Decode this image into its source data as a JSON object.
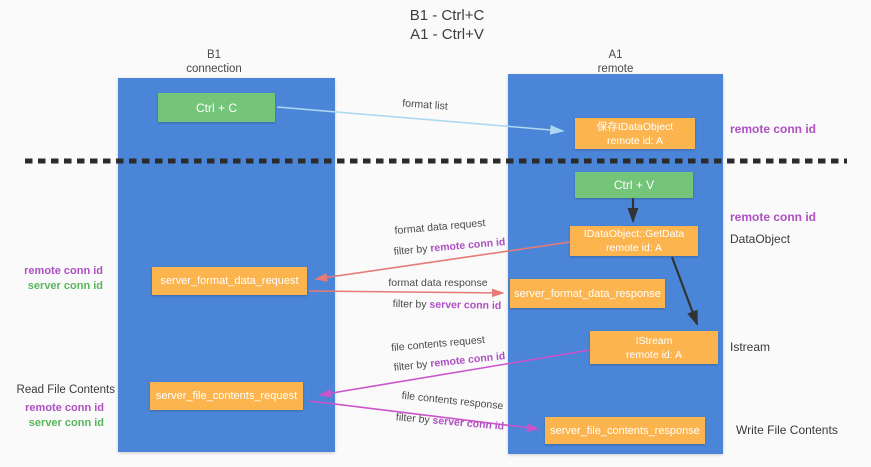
{
  "title": {
    "line1": "B1 - Ctrl+C",
    "line2": "A1 - Ctrl+V"
  },
  "lanes": {
    "left": {
      "name": "B1",
      "role": "connection"
    },
    "right": {
      "name": "A1",
      "role": "remote"
    }
  },
  "nodes": {
    "ctrl_c": {
      "label": "Ctrl + C"
    },
    "save_idataobject": {
      "line1": "保存IDataObject",
      "line2": "remote id: A"
    },
    "ctrl_v": {
      "label": "Ctrl + V"
    },
    "idataobject_getdata": {
      "line1": "IDataObject::GetData",
      "line2": "remote id: A"
    },
    "server_format_data_request": {
      "label": "server_format_data_request"
    },
    "server_format_data_response": {
      "label": "server_format_data_response"
    },
    "istream": {
      "line1": "IStream",
      "line2": "remote id: A"
    },
    "server_file_contents_request": {
      "label": "server_file_contents_request"
    },
    "server_file_contents_response": {
      "label": "server_file_contents_response"
    }
  },
  "annotations": {
    "right": {
      "remote_conn_id_top": "remote conn id",
      "remote_conn_id_mid": "remote conn id",
      "dataobject": "DataObject",
      "istream": "Istream",
      "write_file_contents": "Write File Contents"
    },
    "left": {
      "remote_conn_id_1": "remote conn id",
      "server_conn_id_1": "server conn id",
      "read_file_contents": "Read File Contents",
      "remote_conn_id_2": "remote conn id",
      "server_conn_id_2": "server conn id"
    }
  },
  "edges": {
    "format_list": {
      "label": "format list"
    },
    "format_data_request": {
      "label": "format data request",
      "filter_prefix": "filter by ",
      "filter_key": "remote conn id"
    },
    "format_data_response": {
      "label": "format data response",
      "filter_prefix": "filter by ",
      "filter_key": "server conn id"
    },
    "file_contents_request": {
      "label": "file contents request",
      "filter_prefix": "filter by ",
      "filter_key": "remote conn id"
    },
    "file_contents_response": {
      "label": "file contents response",
      "filter_prefix": "filter by ",
      "filter_key": "server conn id"
    }
  },
  "colors": {
    "lane_blue": "#4a85d7",
    "box_orange": "#fcb44e",
    "box_green": "#74c47a",
    "arrow_lightblue": "#aed7f2",
    "arrow_salmon": "#e87a76",
    "arrow_magenta": "#ca54ca",
    "arrow_black": "#333333",
    "text_purple": "#ae4fc4",
    "text_green": "#57b65c",
    "divider_black": "#2b2b2b"
  }
}
